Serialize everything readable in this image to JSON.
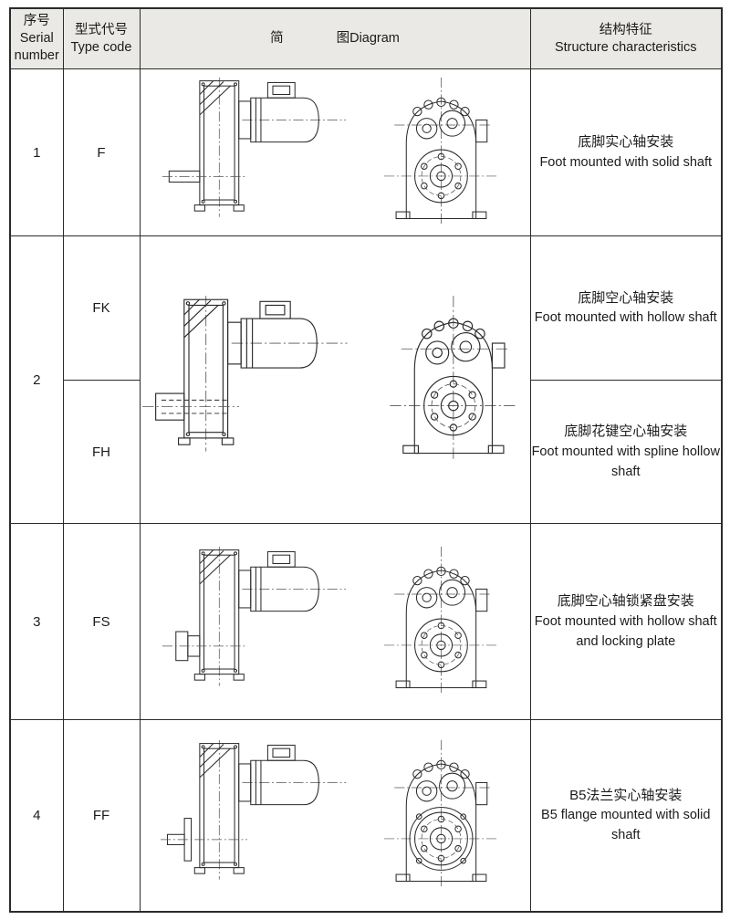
{
  "header": {
    "serial_zh": "序号",
    "serial_en": "Serial number",
    "type_zh": "型式代号",
    "type_en": "Type code",
    "diagram_zh": "简",
    "diagram_en": "图Diagram",
    "structure_zh": "结构特征",
    "structure_en": "Structure characteristics"
  },
  "rows": [
    {
      "serial": "1",
      "entries": [
        {
          "code": "F",
          "zh": "底脚实心轴安装",
          "en": "Foot mounted with solid shaft"
        }
      ]
    },
    {
      "serial": "2",
      "entries": [
        {
          "code": "FK",
          "zh": "底脚空心轴安装",
          "en": "Foot mounted with hollow shaft"
        },
        {
          "code": "FH",
          "zh": "底脚花键空心轴安装",
          "en": "Foot mounted with spline hollow shaft"
        }
      ]
    },
    {
      "serial": "3",
      "entries": [
        {
          "code": "FS",
          "zh": "底脚空心轴锁紧盘安装",
          "en": "Foot mounted with hollow shaft and locking plate"
        }
      ]
    },
    {
      "serial": "4",
      "entries": [
        {
          "code": "FF",
          "zh": "B5法兰实心轴安装",
          "en": "B5 flange mounted with solid shaft"
        }
      ]
    }
  ],
  "colors": {
    "header_bg": "#eae9e6",
    "border": "#2b2b2b",
    "drawing_line": "#2a2a2a",
    "centerline": "#555555"
  }
}
